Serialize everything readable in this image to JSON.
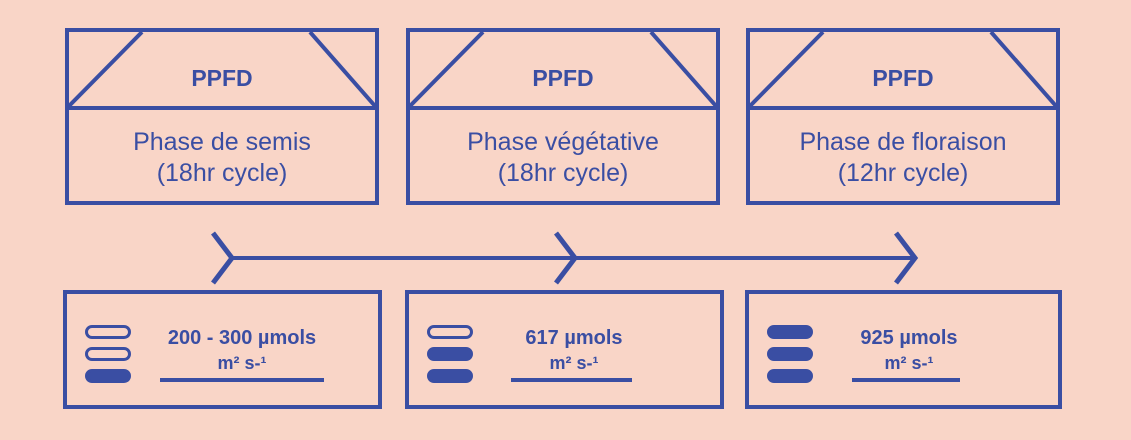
{
  "phases": [
    {
      "header": "PPFD",
      "name": "Phase de semis",
      "cycle": "(18hr cycle)"
    },
    {
      "header": "PPFD",
      "name": "Phase végétative",
      "cycle": "(18hr cycle)"
    },
    {
      "header": "PPFD",
      "name": "Phase de floraison",
      "cycle": "(12hr cycle)"
    }
  ],
  "values": [
    {
      "amount": "200 - 300 µmols",
      "unit": "m² s-¹",
      "level_filled": 1,
      "level_total": 3
    },
    {
      "amount": "617 µmols",
      "unit": "m² s-¹",
      "level_filled": 2,
      "level_total": 3
    },
    {
      "amount": "925 µmols",
      "unit": "m² s-¹",
      "level_filled": 3,
      "level_total": 3
    }
  ],
  "colors": {
    "background": "#f9d5c7",
    "accent": "#3a4ea3"
  }
}
